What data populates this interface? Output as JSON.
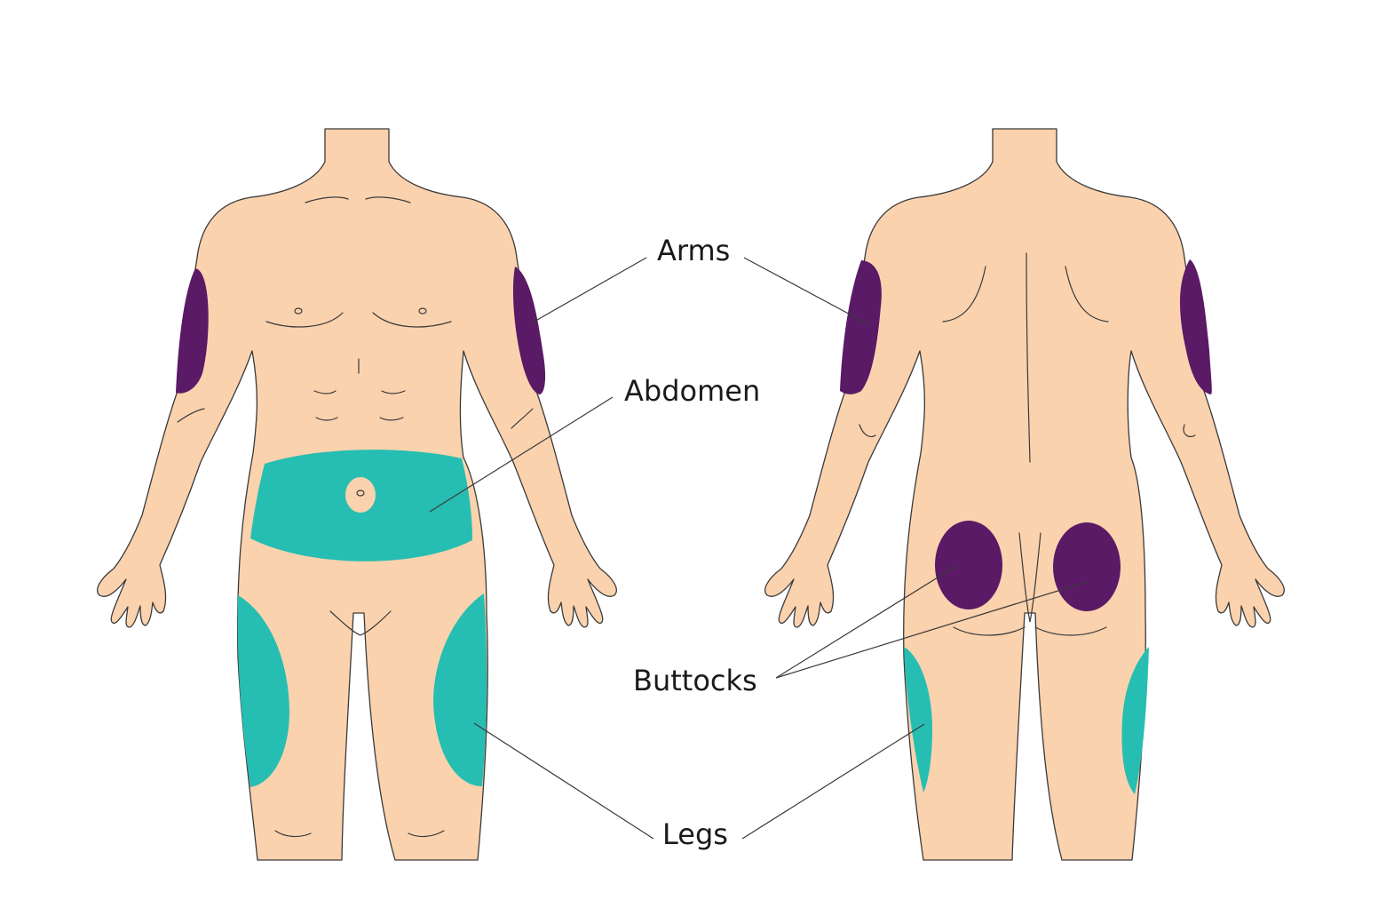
{
  "labels": {
    "arms": "Arms",
    "abdomen": "Abdomen",
    "buttocks": "Buttocks",
    "legs": "Legs"
  },
  "colors": {
    "skin": "#FBD2AE",
    "outline": "#3a3a3a",
    "arms_and_buttocks_zone": "#5A1A66",
    "abdomen_and_legs_zone": "#26BEB2",
    "background": "#FFFFFF"
  }
}
